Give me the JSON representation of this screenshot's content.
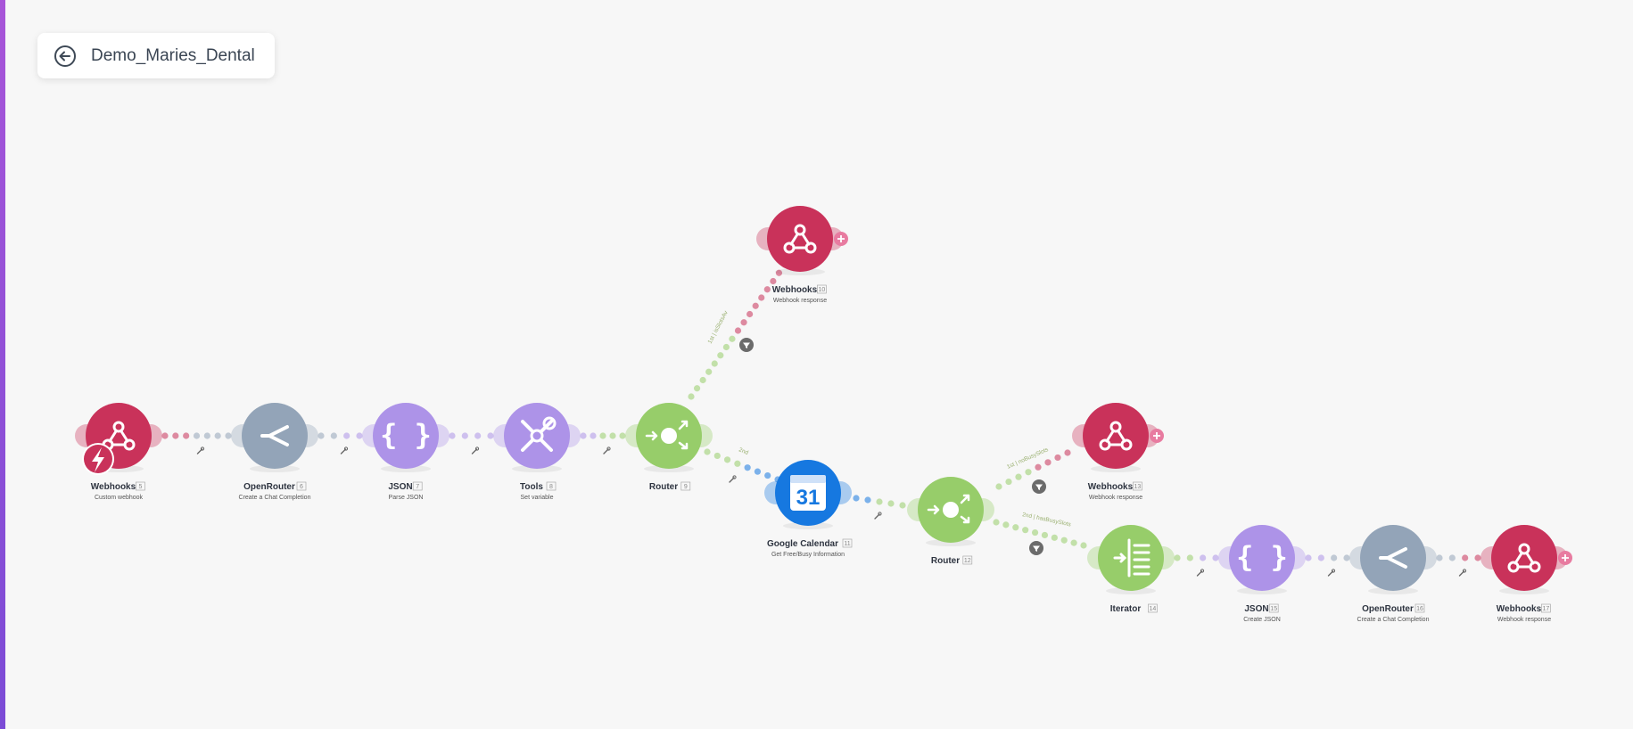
{
  "scenario": {
    "title": "Demo_Maries_Dental"
  },
  "colors": {
    "webhooks": "#c9325a",
    "openrouter": "#93a4b8",
    "json": "#ad93e8",
    "tools": "#ad93e8",
    "router": "#97cd6a",
    "calendar": "#1678e0",
    "iterator": "#97cd6a"
  },
  "modules": [
    {
      "id": "m5",
      "name": "Webhooks",
      "num": "5",
      "sub": "Custom webhook",
      "icon": "webhook-icon"
    },
    {
      "id": "m6",
      "name": "OpenRouter",
      "num": "6",
      "sub": "Create a Chat Completion",
      "icon": "openrouter-icon"
    },
    {
      "id": "m7",
      "name": "JSON",
      "num": "7",
      "sub": "Parse JSON",
      "icon": "json-braces-icon"
    },
    {
      "id": "m8",
      "name": "Tools",
      "num": "8",
      "sub": "Set variable",
      "icon": "tools-icon"
    },
    {
      "id": "m9",
      "name": "Router",
      "num": "9",
      "sub": "",
      "icon": "router-icon"
    },
    {
      "id": "m10",
      "name": "Webhooks",
      "num": "10",
      "sub": "Webhook response",
      "icon": "webhook-icon"
    },
    {
      "id": "m11",
      "name": "Google Calendar",
      "num": "11",
      "sub": "Get Free/Busy Information",
      "icon": "calendar-31-icon"
    },
    {
      "id": "m12",
      "name": "Router",
      "num": "12",
      "sub": "",
      "icon": "router-icon"
    },
    {
      "id": "m13",
      "name": "Webhooks",
      "num": "13",
      "sub": "Webhook response",
      "icon": "webhook-icon"
    },
    {
      "id": "m14",
      "name": "Iterator",
      "num": "14",
      "sub": "",
      "icon": "iterator-icon"
    },
    {
      "id": "m15",
      "name": "JSON",
      "num": "15",
      "sub": "Create JSON",
      "icon": "json-braces-icon"
    },
    {
      "id": "m16",
      "name": "OpenRouter",
      "num": "16",
      "sub": "Create a Chat Completion",
      "icon": "openrouter-icon"
    },
    {
      "id": "m17",
      "name": "Webhooks",
      "num": "17",
      "sub": "Webhook response",
      "icon": "webhook-icon"
    }
  ],
  "routes": {
    "r9_1": "1st | isSlotsAv",
    "r9_2": "2nd",
    "r12_1": "1st | noBusySlots",
    "r12_2": "2nd | hasBusySlots"
  },
  "calendar_day": "31"
}
